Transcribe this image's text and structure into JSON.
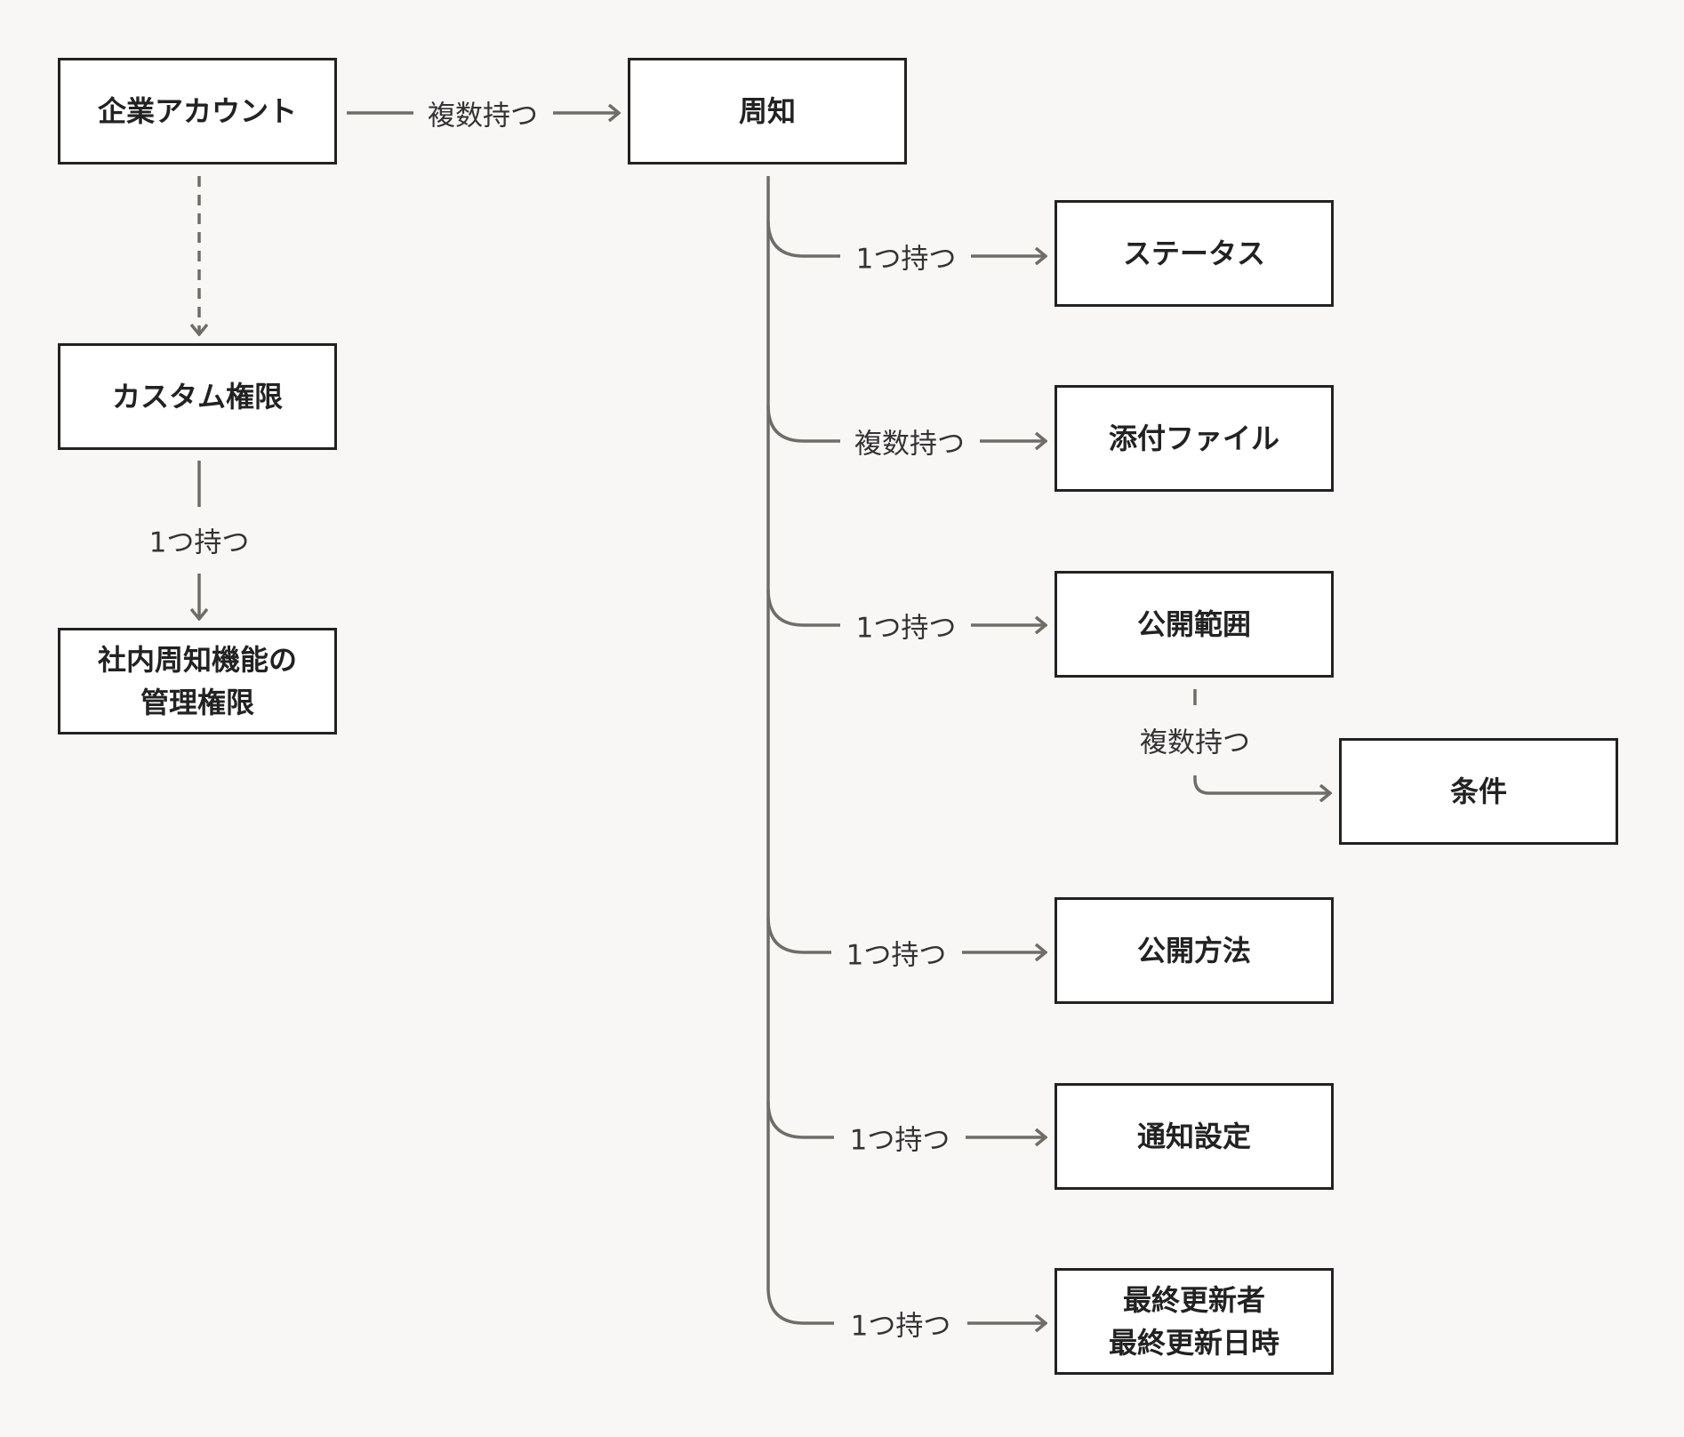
{
  "nodes": {
    "account": {
      "label": "企業アカウント"
    },
    "custom_permission": {
      "label": "カスタム権限"
    },
    "admin_permission": {
      "line1": "社内周知機能の",
      "line2": "管理権限"
    },
    "notice": {
      "label": "周知"
    },
    "status": {
      "label": "ステータス"
    },
    "attachment": {
      "label": "添付ファイル"
    },
    "scope": {
      "label": "公開範囲"
    },
    "condition": {
      "label": "条件"
    },
    "method": {
      "label": "公開方法"
    },
    "notification": {
      "label": "通知設定"
    },
    "updater": {
      "line1": "最終更新者",
      "line2": "最終更新日時"
    }
  },
  "edges": {
    "account_notice": "複数持つ",
    "custom_admin": "1つ持つ",
    "notice_status": "1つ持つ",
    "notice_attachment": "複数持つ",
    "notice_scope": "1つ持つ",
    "scope_condition": "複数持つ",
    "notice_method": "1つ持つ",
    "notice_notification": "1つ持つ",
    "notice_updater": "1つ持つ"
  },
  "colors": {
    "background": "#f8f7f5",
    "line": "#6e6d67",
    "border": "#222222"
  }
}
